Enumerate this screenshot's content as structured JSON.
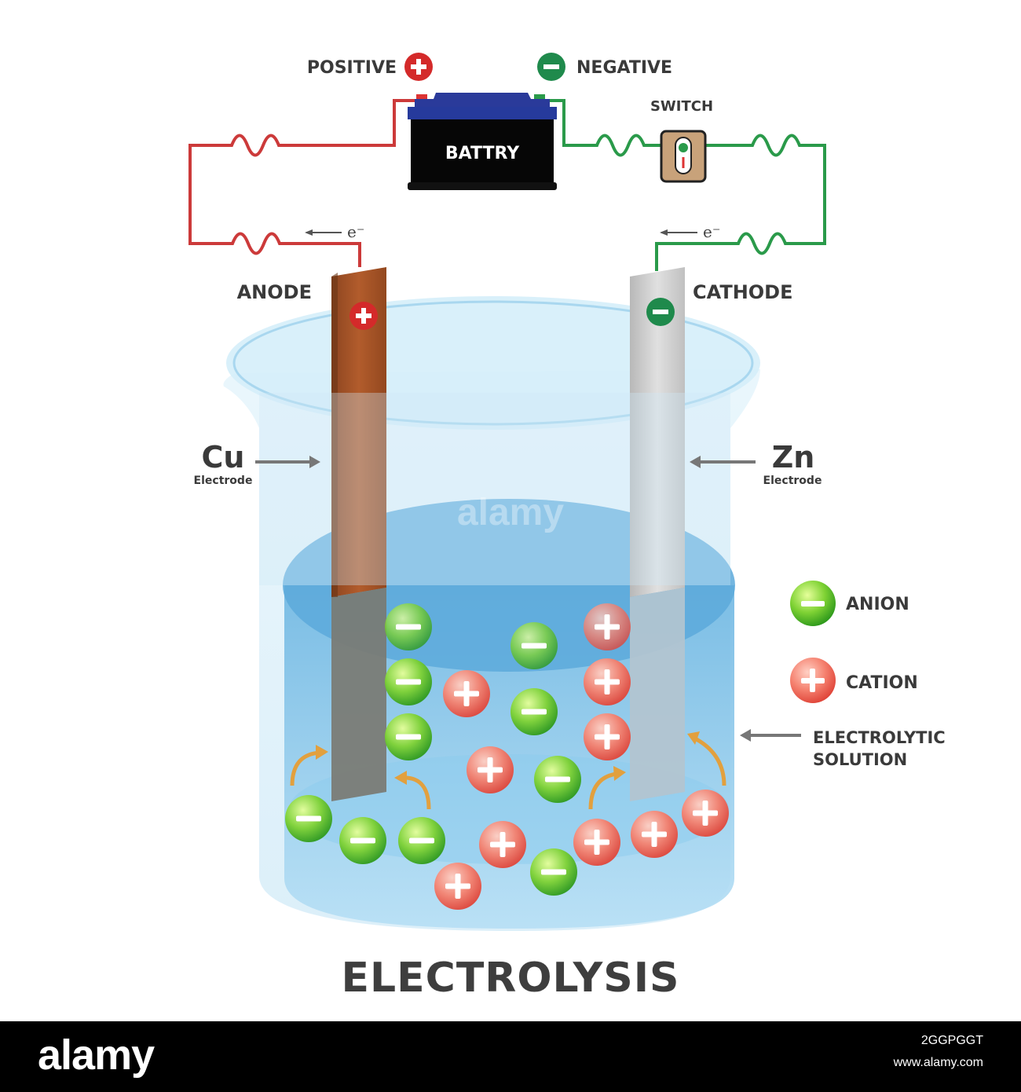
{
  "battery": {
    "label": "BATTRY",
    "positive_label": "POSITIVE",
    "negative_label": "NEGATIVE"
  },
  "switch": {
    "label": "SWITCH"
  },
  "electron_label": "e⁻",
  "anode": {
    "label": "ANODE",
    "element": "Cu",
    "sub": "Electrode"
  },
  "cathode": {
    "label": "CATHODE",
    "element": "Zn",
    "sub": "Electrode"
  },
  "legend": {
    "anion": "ANION",
    "cation": "CATION",
    "solution_line1": "ELECTROLYTIC",
    "solution_line2": "SOLUTION"
  },
  "title": "ELECTROLYSIS",
  "watermark": "alamy",
  "footer": {
    "logo": "alamy",
    "image_id": "2GGPGGT",
    "site": "www.alamy.com"
  },
  "colors": {
    "positive": "#d42a2a",
    "negative": "#1f8a4c",
    "wire_positive": "#cc3a3a",
    "wire_negative": "#2a9a4a",
    "copper": "#a8552a",
    "zinc": "#c8c8c8",
    "solution": "#5aaad8"
  },
  "icons": [
    "plus-icon",
    "minus-icon",
    "arrow-left-icon",
    "curved-arrow-icon",
    "toggle-switch-icon",
    "battery-icon"
  ]
}
